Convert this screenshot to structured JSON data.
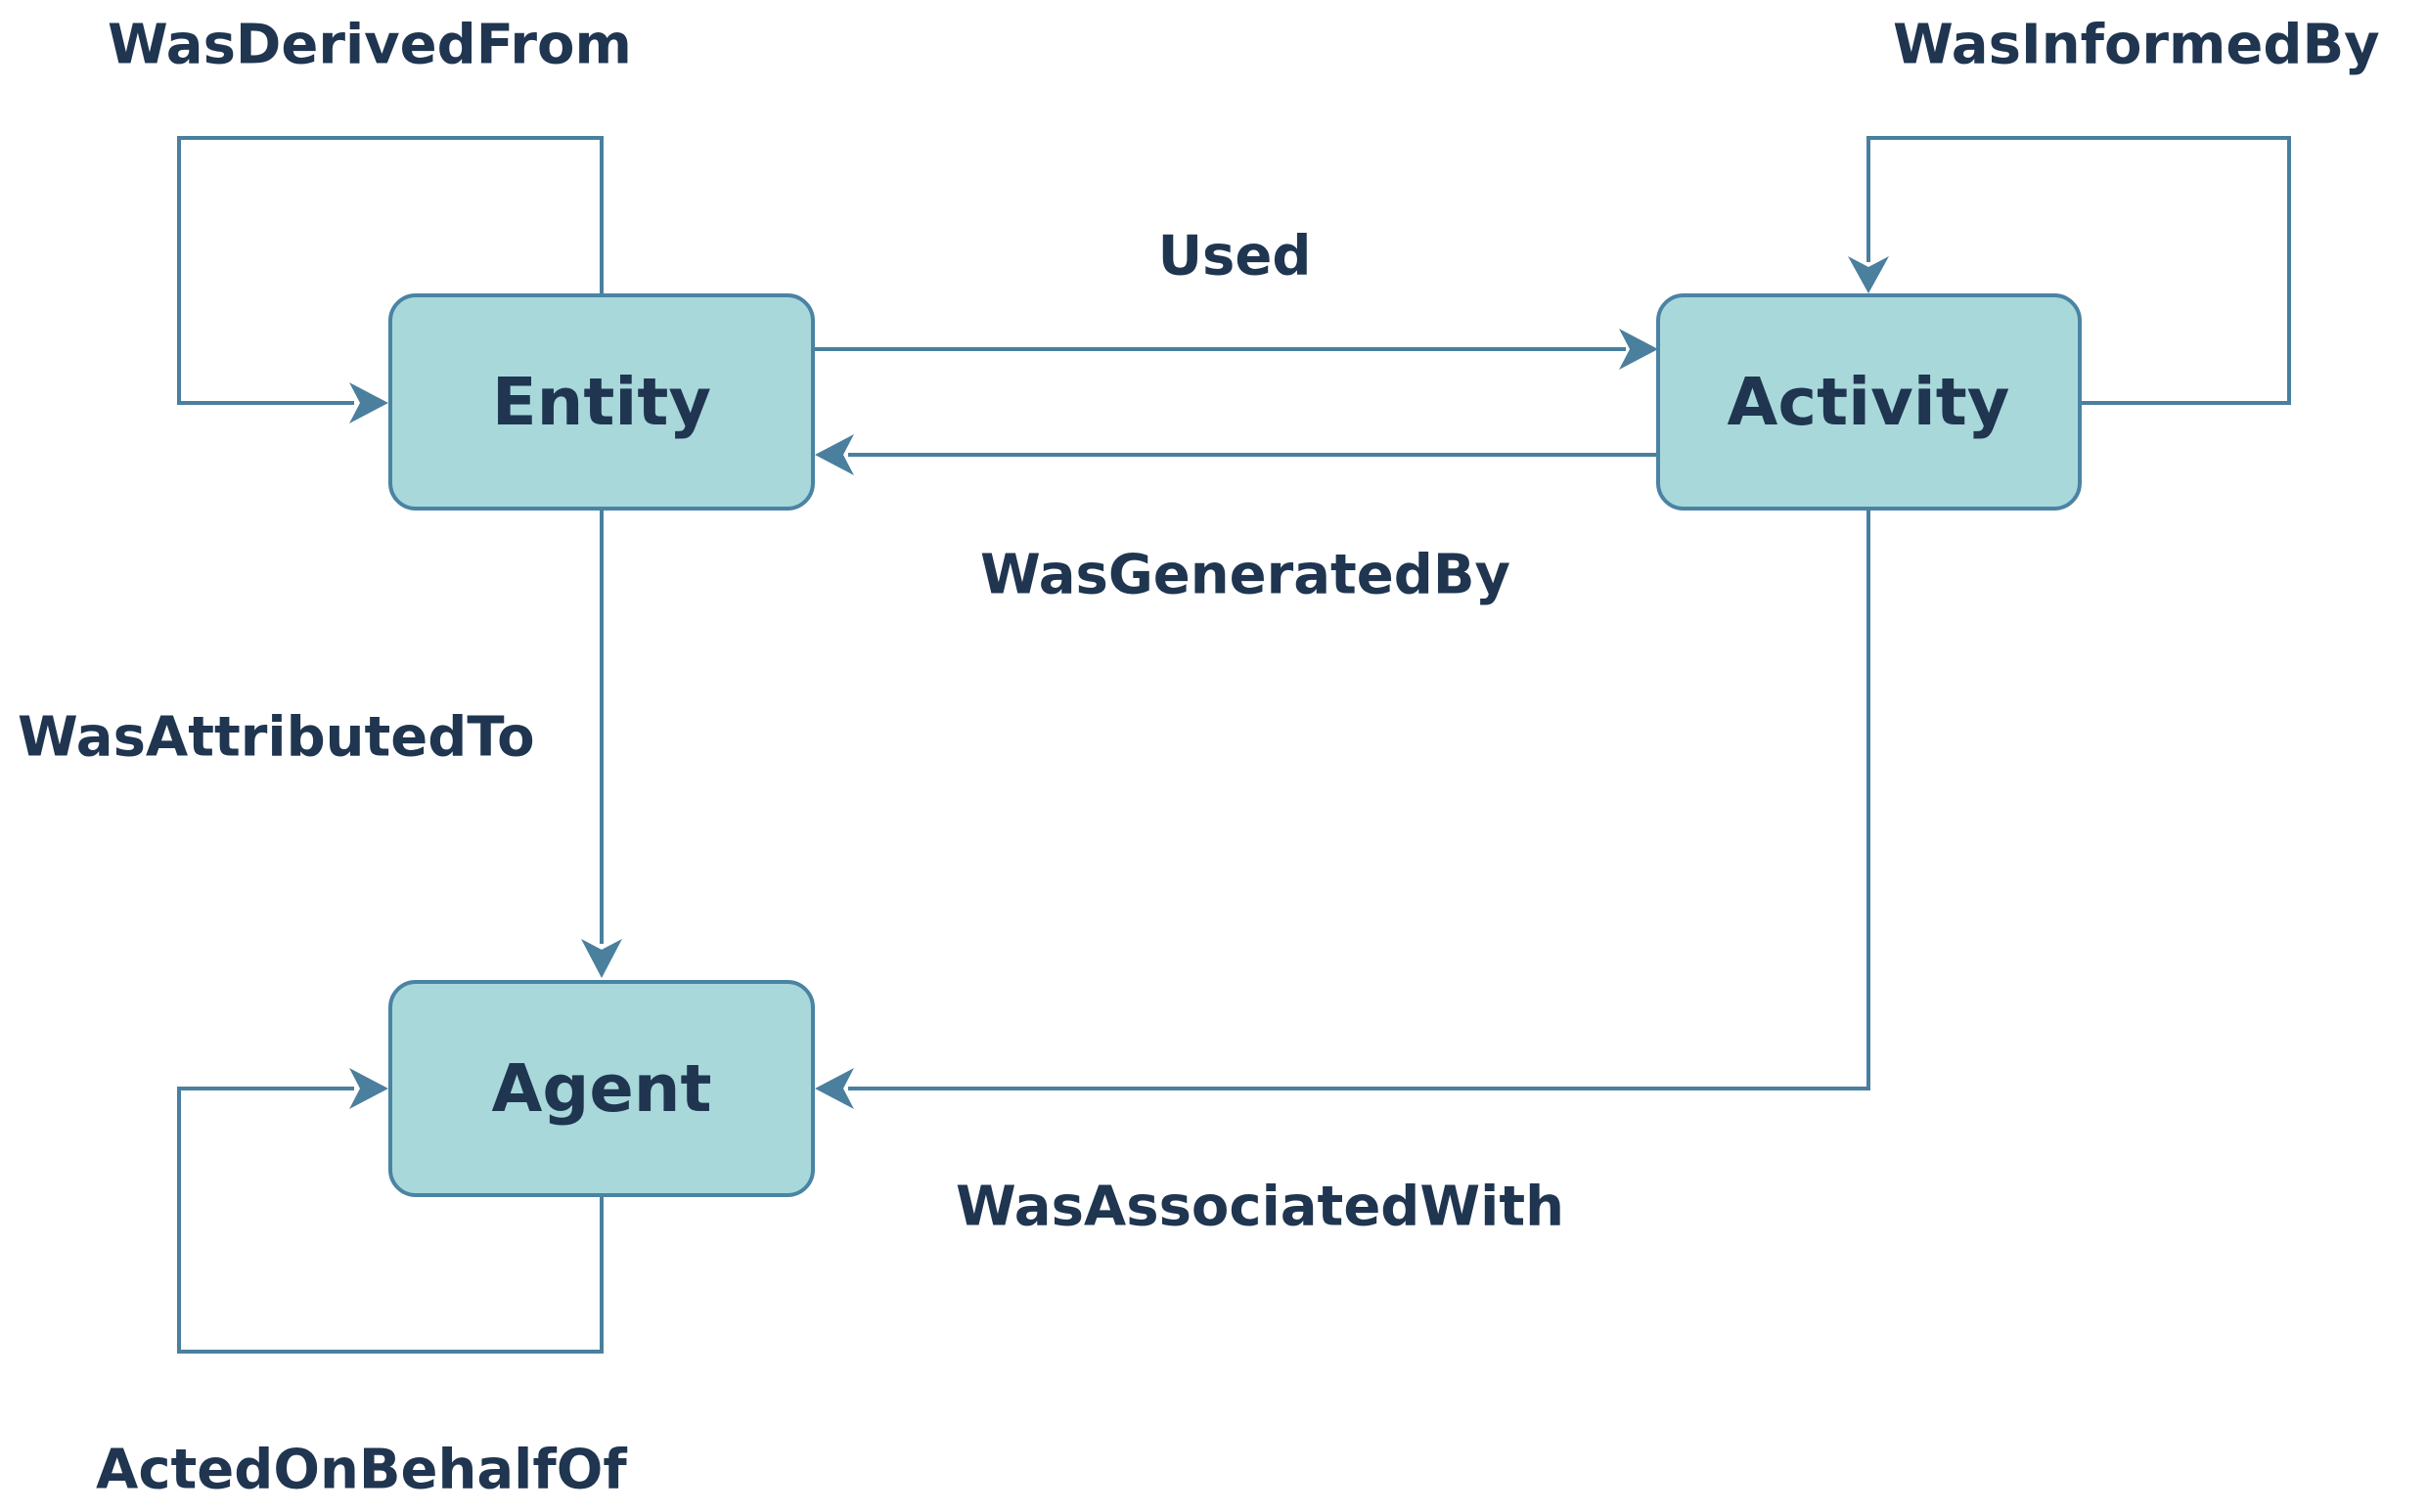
{
  "nodes": {
    "entity": "Entity",
    "activity": "Activity",
    "agent": "Agent"
  },
  "edges": {
    "was_derived_from": "WasDerivedFrom",
    "was_informed_by": "WasInformedBy",
    "used": "Used",
    "was_generated_by": "WasGeneratedBy",
    "was_attributed_to": "WasAttributedTo",
    "was_associated_with": "WasAssociatedWith",
    "acted_on_behalf_of": "ActedOnBehalfOf"
  },
  "colors": {
    "node_fill": "#a8d8da",
    "node_border": "#4a83a4",
    "edge": "#4a7f9e",
    "text": "#1f3550"
  }
}
